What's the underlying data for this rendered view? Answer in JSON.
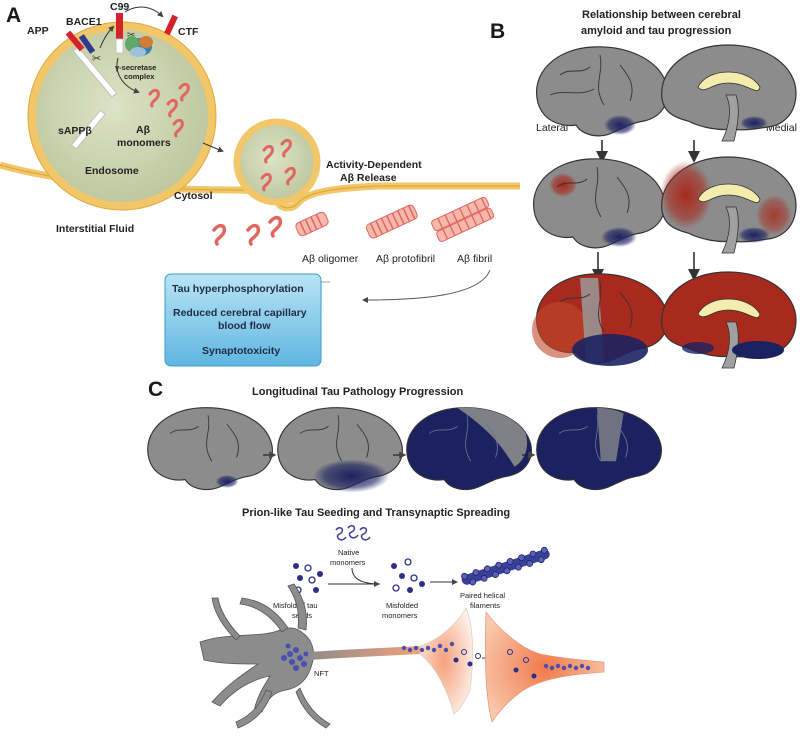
{
  "panel_a": {
    "letter": "A",
    "app": "APP",
    "bace1": "BACE1",
    "c99": "C99",
    "ctf": "CTF",
    "gamma_1": "γ-secretase",
    "gamma_2": "complex",
    "sappb": "sAPPβ",
    "abeta": "Aβ",
    "monomers": "monomers",
    "endosome": "Endosome",
    "activity_1": "Activity-Dependent",
    "activity_2": "Aβ Release",
    "cytosol": "Cytosol",
    "interstitial": "Interstitial Fluid",
    "oligomer": "Aβ oligomer",
    "protofibril": "Aβ protofibril",
    "fibril": "Aβ fibril",
    "box_line1": "Tau hyperphosphorylation",
    "box_line2a": "Reduced cerebral capillary",
    "box_line2b": "blood flow",
    "box_line3": "Synaptotoxicity"
  },
  "panel_b": {
    "letter": "B",
    "title_1": "Relationship between cerebral",
    "title_2": "amyloid and tau progression",
    "lateral": "Lateral",
    "medial": "Medial"
  },
  "panel_c": {
    "letter": "C",
    "title": "Longitudinal Tau Pathology Progression",
    "subtitle": "Prion-like Tau Seeding and Transynaptic Spreading",
    "native_1": "Native",
    "native_2": "monomers",
    "misfolded_seeds_1": "Misfolded tau",
    "misfolded_seeds_2": "seeds",
    "misfolded_mono_1": "Misfolded",
    "misfolded_mono_2": "monomers",
    "phf_1": "Paired helical",
    "phf_2": "filaments",
    "nft": "NFT"
  },
  "colors": {
    "endosome_fill": "#cfd6b4",
    "endosome_rim": "#f2c76a",
    "brain_gray": "#8c8c8c",
    "tau_navy": "#1c2260",
    "amyloid_red": "#a82a1e",
    "effects_box": "#8fd0ec",
    "neuron_orange": "#f08a5d"
  }
}
